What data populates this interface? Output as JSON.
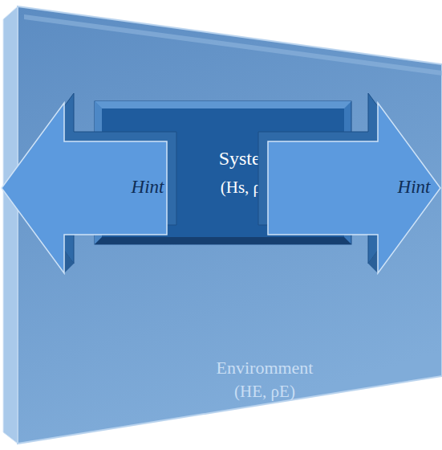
{
  "diagram": {
    "nodes": [
      {
        "text": [
          "Enviromment",
          "(HE, ρE)"
        ]
      },
      {
        "text": [
          "Hint"
        ],
        "in": 0
      },
      {
        "text": [
          "System",
          "(Hs, ρs)"
        ],
        "in": 0
      },
      {
        "text": [
          "Hint"
        ],
        "in": 0
      }
    ]
  }
}
